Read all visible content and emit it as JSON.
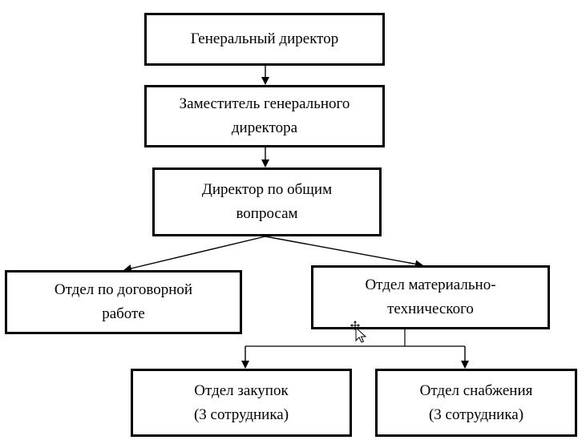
{
  "org_chart": {
    "general_director": "Генеральный директор",
    "deputy_general_director": "Заместитель генерального\nдиректора",
    "director_general_affairs": "Директор по общим\nвопросам",
    "contract_department": "Отдел по договорной\nработе",
    "logistics_department": "Отдел материально-\nтехнического",
    "purchasing_department": "Отдел закупок\n(3 сотрудника)",
    "supply_department": "Отдел снабжения\n(3 сотрудника)"
  },
  "colors": {
    "line": "#000000",
    "box_border": "#000000",
    "background": "#ffffff"
  },
  "icons": {
    "cursor": "move-cursor-icon"
  }
}
